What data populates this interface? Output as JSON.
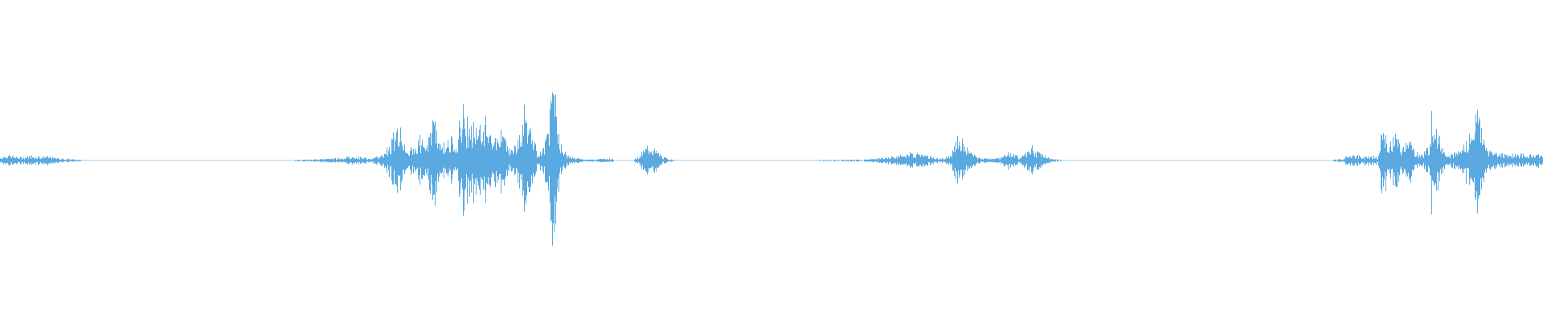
{
  "waveform": {
    "color": "#5aa9e0",
    "background": "#ffffff",
    "envelope": [
      [
        0.0,
        0.03
      ],
      [
        0.004,
        0.06
      ],
      [
        0.012,
        0.03
      ],
      [
        0.02,
        0.05
      ],
      [
        0.03,
        0.04
      ],
      [
        0.04,
        0.02
      ],
      [
        0.06,
        0.0
      ],
      [
        0.1,
        0.0
      ],
      [
        0.18,
        0.0
      ],
      [
        0.2,
        0.01
      ],
      [
        0.215,
        0.02
      ],
      [
        0.23,
        0.04
      ],
      [
        0.24,
        0.02
      ],
      [
        0.247,
        0.05
      ],
      [
        0.252,
        0.15
      ],
      [
        0.258,
        0.35
      ],
      [
        0.262,
        0.18
      ],
      [
        0.268,
        0.1
      ],
      [
        0.272,
        0.25
      ],
      [
        0.276,
        0.12
      ],
      [
        0.28,
        0.48
      ],
      [
        0.284,
        0.3
      ],
      [
        0.288,
        0.15
      ],
      [
        0.292,
        0.2
      ],
      [
        0.296,
        0.25
      ],
      [
        0.3,
        0.55
      ],
      [
        0.304,
        0.35
      ],
      [
        0.308,
        0.4
      ],
      [
        0.312,
        0.3
      ],
      [
        0.316,
        0.45
      ],
      [
        0.32,
        0.2
      ],
      [
        0.326,
        0.3
      ],
      [
        0.33,
        0.12
      ],
      [
        0.336,
        0.2
      ],
      [
        0.34,
        0.52
      ],
      [
        0.344,
        0.3
      ],
      [
        0.348,
        0.08
      ],
      [
        0.352,
        0.12
      ],
      [
        0.356,
        0.5
      ],
      [
        0.358,
        0.75
      ],
      [
        0.361,
        0.45
      ],
      [
        0.364,
        0.1
      ],
      [
        0.37,
        0.03
      ],
      [
        0.38,
        0.01
      ],
      [
        0.395,
        0.02
      ],
      [
        0.4,
        0.0
      ],
      [
        0.41,
        0.0
      ],
      [
        0.415,
        0.06
      ],
      [
        0.42,
        0.16
      ],
      [
        0.425,
        0.1
      ],
      [
        0.43,
        0.03
      ],
      [
        0.438,
        0.0
      ],
      [
        0.455,
        0.0
      ],
      [
        0.5,
        0.0
      ],
      [
        0.56,
        0.01
      ],
      [
        0.575,
        0.03
      ],
      [
        0.59,
        0.08
      ],
      [
        0.6,
        0.05
      ],
      [
        0.61,
        0.02
      ],
      [
        0.616,
        0.05
      ],
      [
        0.62,
        0.22
      ],
      [
        0.624,
        0.18
      ],
      [
        0.628,
        0.08
      ],
      [
        0.634,
        0.03
      ],
      [
        0.64,
        0.02
      ],
      [
        0.648,
        0.03
      ],
      [
        0.655,
        0.1
      ],
      [
        0.66,
        0.03
      ],
      [
        0.665,
        0.08
      ],
      [
        0.668,
        0.14
      ],
      [
        0.672,
        0.09
      ],
      [
        0.678,
        0.03
      ],
      [
        0.69,
        0.0
      ],
      [
        0.72,
        0.0
      ],
      [
        0.8,
        0.0
      ],
      [
        0.86,
        0.0
      ],
      [
        0.87,
        0.02
      ],
      [
        0.875,
        0.06
      ],
      [
        0.882,
        0.04
      ],
      [
        0.888,
        0.05
      ],
      [
        0.893,
        0.03
      ],
      [
        0.896,
        0.38
      ],
      [
        0.9,
        0.12
      ],
      [
        0.904,
        0.3
      ],
      [
        0.908,
        0.1
      ],
      [
        0.912,
        0.28
      ],
      [
        0.916,
        0.1
      ],
      [
        0.922,
        0.06
      ],
      [
        0.926,
        0.15
      ],
      [
        0.928,
        0.7
      ],
      [
        0.932,
        0.25
      ],
      [
        0.936,
        0.1
      ],
      [
        0.94,
        0.06
      ],
      [
        0.946,
        0.1
      ],
      [
        0.95,
        0.2
      ],
      [
        0.954,
        0.32
      ],
      [
        0.958,
        0.55
      ],
      [
        0.962,
        0.15
      ],
      [
        0.966,
        0.1
      ],
      [
        0.972,
        0.08
      ],
      [
        0.978,
        0.06
      ],
      [
        0.984,
        0.07
      ],
      [
        0.99,
        0.05
      ],
      [
        0.996,
        0.08
      ],
      [
        1.0,
        0.03
      ]
    ]
  }
}
